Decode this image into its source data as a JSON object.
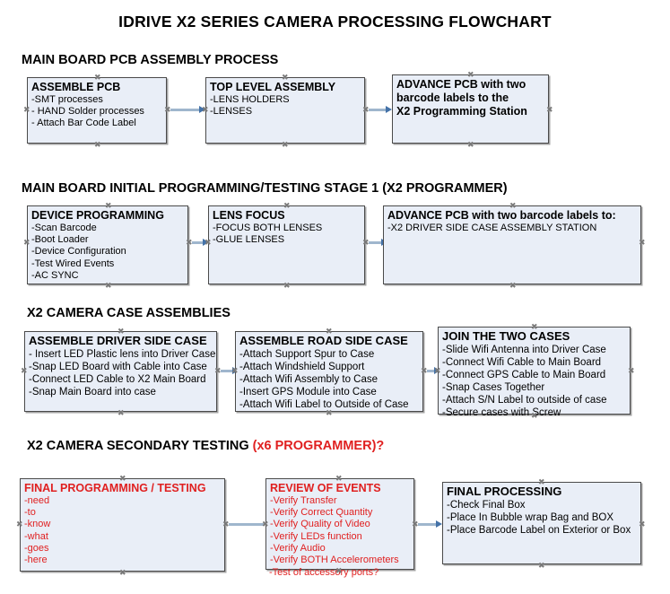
{
  "document": {
    "title": "IDRIVE X2  SERIES CAMERA PROCESSING FLOWCHART"
  },
  "sections": [
    {
      "id": "main-board-pcb-assembly",
      "heading": "MAIN BOARD PCB ASSEMBLY PROCESS",
      "heading_red": "",
      "boxes": [
        {
          "id": "assemble-pcb",
          "title": "ASSEMBLE PCB",
          "color": "black",
          "items": [
            "-SMT processes",
            "- HAND Solder processes",
            "- Attach Bar Code Label"
          ]
        },
        {
          "id": "top-level-assembly",
          "title": "TOP LEVEL ASSEMBLY",
          "color": "black",
          "items": [
            "-LENS HOLDERS",
            "-LENSES"
          ]
        },
        {
          "id": "advance-pcb-x2-programming-station",
          "title": "ADVANCE PCB with two",
          "title_line2": "barcode labels to the",
          "title_line3": " X2 Programming Station",
          "color": "black",
          "items": []
        }
      ]
    },
    {
      "id": "main-board-initial-programming",
      "heading": "MAIN BOARD INITIAL PROGRAMMING/TESTING STAGE 1 (X2 PROGRAMMER)",
      "heading_red": "",
      "boxes": [
        {
          "id": "device-programming",
          "title": "DEVICE PROGRAMMING",
          "color": "black",
          "items": [
            "-Scan Barcode",
            "-Boot Loader",
            "-Device Configuration",
            "-Test Wired Events",
            "-AC SYNC"
          ]
        },
        {
          "id": "lens-focus",
          "title": "LENS FOCUS",
          "color": "black",
          "items": [
            "-FOCUS BOTH LENSES",
            "-GLUE LENSES"
          ]
        },
        {
          "id": "advance-pcb-driver-side-case",
          "title": "ADVANCE PCB with two barcode labels to:",
          "color": "black",
          "items": [
            "-X2 DRIVER  SIDE  CASE  ASSEMBLY STATION"
          ]
        }
      ]
    },
    {
      "id": "x2-camera-case-assemblies",
      "heading": "X2 CAMERA CASE ASSEMBLIES",
      "heading_red": "",
      "boxes": [
        {
          "id": "assemble-driver-side-case",
          "title": "ASSEMBLE DRIVER SIDE CASE",
          "color": "black",
          "items": [
            "- Insert LED Plastic lens into Driver Case",
            "-Snap LED Board with Cable into Case",
            "-Connect LED Cable to X2 Main Board",
            "-Snap Main Board into case"
          ]
        },
        {
          "id": "assemble-road-side-case",
          "title": "ASSEMBLE ROAD SIDE CASE",
          "color": "black",
          "items": [
            "-Attach Support Spur to Case",
            "-Attach Windshield Support",
            "-Attach Wifi Assembly to Case",
            "-Insert GPS Module into Case",
            "-Attach Wifi Label to Outside of Case"
          ]
        },
        {
          "id": "join-the-two-cases",
          "title": "JOIN THE TWO CASES",
          "color": "black",
          "items": [
            "-Slide Wifi Antenna into Driver Case",
            "-Connect Wifi Cable to Main Board",
            "-Connect GPS Cable to Main Board",
            "-Snap Cases Together",
            "-Attach S/N Label to outside of case",
            "-Secure cases with Screw"
          ]
        }
      ]
    },
    {
      "id": "x2-camera-secondary-testing",
      "heading": "X2 CAMERA SECONDARY TESTING ",
      "heading_red": "(x6 PROGRAMMER)?",
      "boxes": [
        {
          "id": "final-programming-testing",
          "title": "FINAL PROGRAMMING / TESTING",
          "color": "red",
          "items": [
            "-need",
            "-to",
            "-know",
            "-what",
            "-goes",
            "-here"
          ]
        },
        {
          "id": "review-of-events",
          "title": "REVIEW OF EVENTS",
          "color": "red",
          "items": [
            "-Verify Transfer",
            "-Verify Correct Quantity",
            "-Verify Quality of Video",
            "-Verify LEDs function",
            "-Verify Audio",
            "-Verify BOTH Accelerometers"
          ],
          "overflow_item": "-Test of accessory ports?"
        },
        {
          "id": "final-processing",
          "title": "FINAL PROCESSING",
          "color": "black",
          "items": [
            " -Check Final Box",
            "-Place In Bubble wrap Bag and BOX",
            "-Place Barcode Label on Exterior or Box"
          ]
        }
      ]
    }
  ],
  "colors": {
    "box_fill": "#e9eef7",
    "box_border": "#4a4a4a",
    "connector_line": "#9fb6cd",
    "connector_arrow": "#4472a8",
    "red_text": "#e02020"
  }
}
